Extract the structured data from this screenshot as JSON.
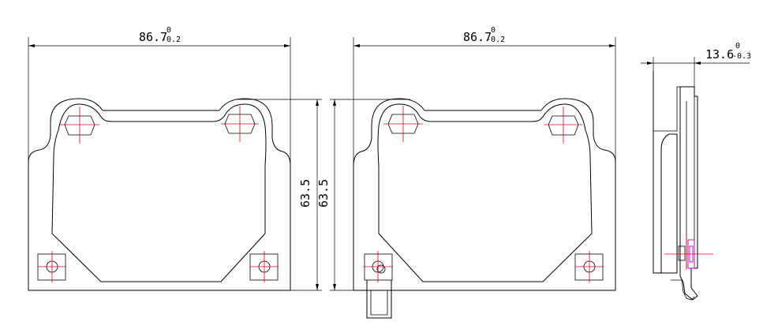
{
  "colors": {
    "line": "#000000",
    "center_mark": "#e0001b",
    "shim": "#c000c0",
    "background": "#ffffff"
  },
  "views": {
    "left_pad": {
      "width_dim": {
        "nominal": "86.7",
        "upper_tol": "0",
        "lower_tol": "-0.2"
      },
      "height_dim": "63.5"
    },
    "right_pad": {
      "width_dim": {
        "nominal": "86.7",
        "upper_tol": "0",
        "lower_tol": "-0.2"
      },
      "height_dim": "63.5"
    },
    "side_view": {
      "thickness_dim": {
        "nominal": "13.6",
        "upper_tol": "0",
        "lower_tol": "-0.3"
      }
    }
  }
}
